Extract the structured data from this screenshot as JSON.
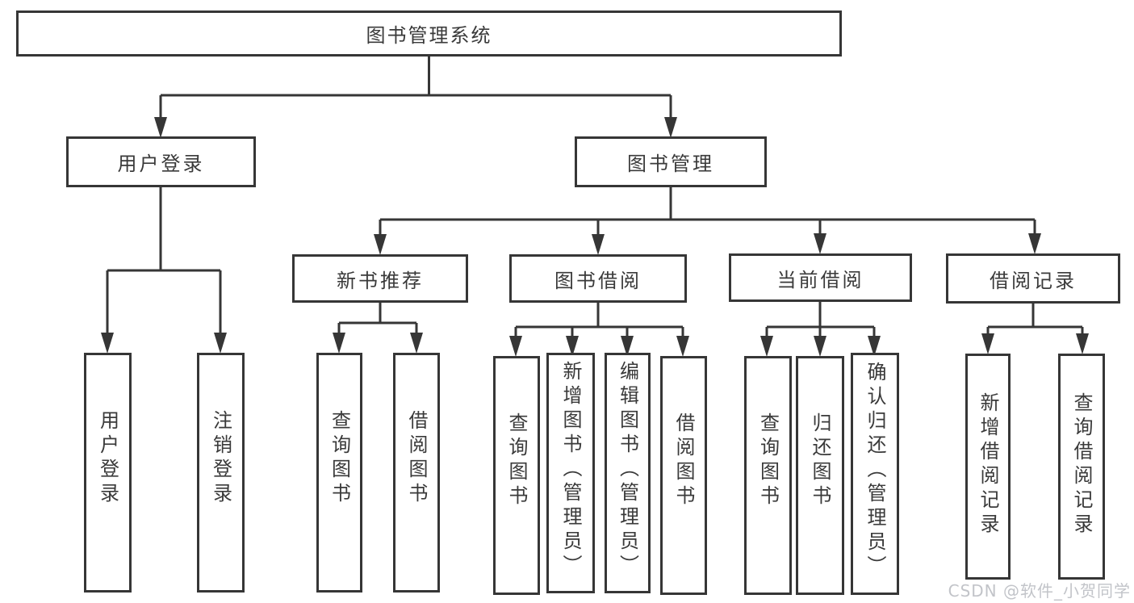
{
  "tree": {
    "root": {
      "label": "图书管理系统",
      "children": [
        {
          "label": "用户登录",
          "children": [
            {
              "label": "用户登录"
            },
            {
              "label": "注销登录"
            }
          ]
        },
        {
          "label": "图书管理",
          "children": [
            {
              "label": "新书推荐",
              "children": [
                {
                  "label": "查询图书"
                },
                {
                  "label": "借阅图书"
                }
              ]
            },
            {
              "label": "图书借阅",
              "children": [
                {
                  "label": "查询图书"
                },
                {
                  "label": "新增图书（管理员）"
                },
                {
                  "label": "编辑图书（管理员）"
                },
                {
                  "label": "借阅图书"
                }
              ]
            },
            {
              "label": "当前借阅",
              "children": [
                {
                  "label": "查询图书"
                },
                {
                  "label": "归还图书"
                },
                {
                  "label": "确认归还（管理员）"
                }
              ]
            },
            {
              "label": "借阅记录",
              "children": [
                {
                  "label": "新增借阅记录"
                },
                {
                  "label": "查询借阅记录"
                }
              ]
            }
          ]
        }
      ]
    }
  },
  "watermark": {
    "text": "CSDN @软件_小贺同学"
  },
  "colors": {
    "line": "#363636",
    "box_border": "#363636",
    "text": "#3a3a3a",
    "background": "#ffffff",
    "watermark": "#c2c4c9"
  }
}
